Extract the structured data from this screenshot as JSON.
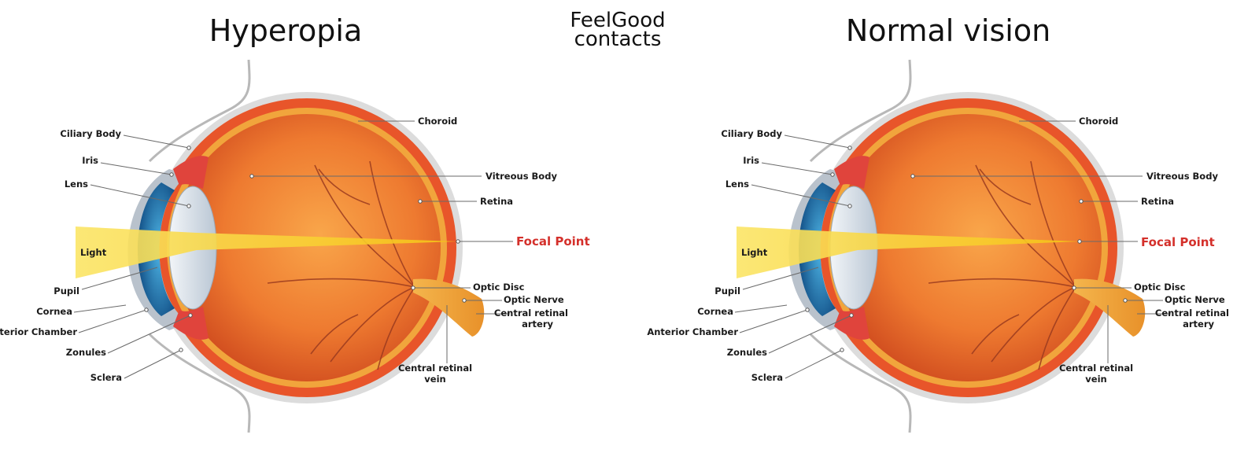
{
  "logo": {
    "line1": "FeelGood",
    "line2": "contacts"
  },
  "panels": [
    {
      "title": "Hyperopia",
      "labels": {
        "choroid": "Choroid",
        "ciliary_body": "Ciliary Body",
        "iris": "Iris",
        "lens": "Lens",
        "vitreous_body": "Vitreous Body",
        "retina": "Retina",
        "light": "Light",
        "focal_point": "Focal Point",
        "pupil": "Pupil",
        "cornea": "Cornea",
        "anterior_chamber": "Anterior Chamber",
        "zonules": "Zonules",
        "sclera": "Sclera",
        "optic_disc": "Optic Disc",
        "optic_nerve": "Optic Nerve",
        "central_retinal_artery_1": "Central retinal",
        "central_retinal_artery_2": "artery",
        "central_retinal_vein_1": "Central retinal",
        "central_retinal_vein_2": "vein"
      }
    },
    {
      "title": "Normal vision",
      "labels": {
        "choroid": "Choroid",
        "ciliary_body": "Ciliary Body",
        "iris": "Iris",
        "lens": "Lens",
        "vitreous_body": "Vitreous Body",
        "retina": "Retina",
        "light": "Light",
        "focal_point": "Focal Point",
        "pupil": "Pupil",
        "cornea": "Cornea",
        "anterior_chamber": "Anterior Chamber",
        "zonules": "Zonules",
        "sclera": "Sclera",
        "optic_disc": "Optic Disc",
        "optic_nerve": "Optic Nerve",
        "central_retinal_artery_1": "Central retinal",
        "central_retinal_artery_2": "artery",
        "central_retinal_vein_1": "Central retinal",
        "central_retinal_vein_2": "vein"
      }
    }
  ],
  "colors": {
    "focal_point": "#d4302b",
    "light": "#f7d21e",
    "eyeball": "#e8642a",
    "iris": "#1a6fa8",
    "optic_nerve": "#f2a93b"
  }
}
